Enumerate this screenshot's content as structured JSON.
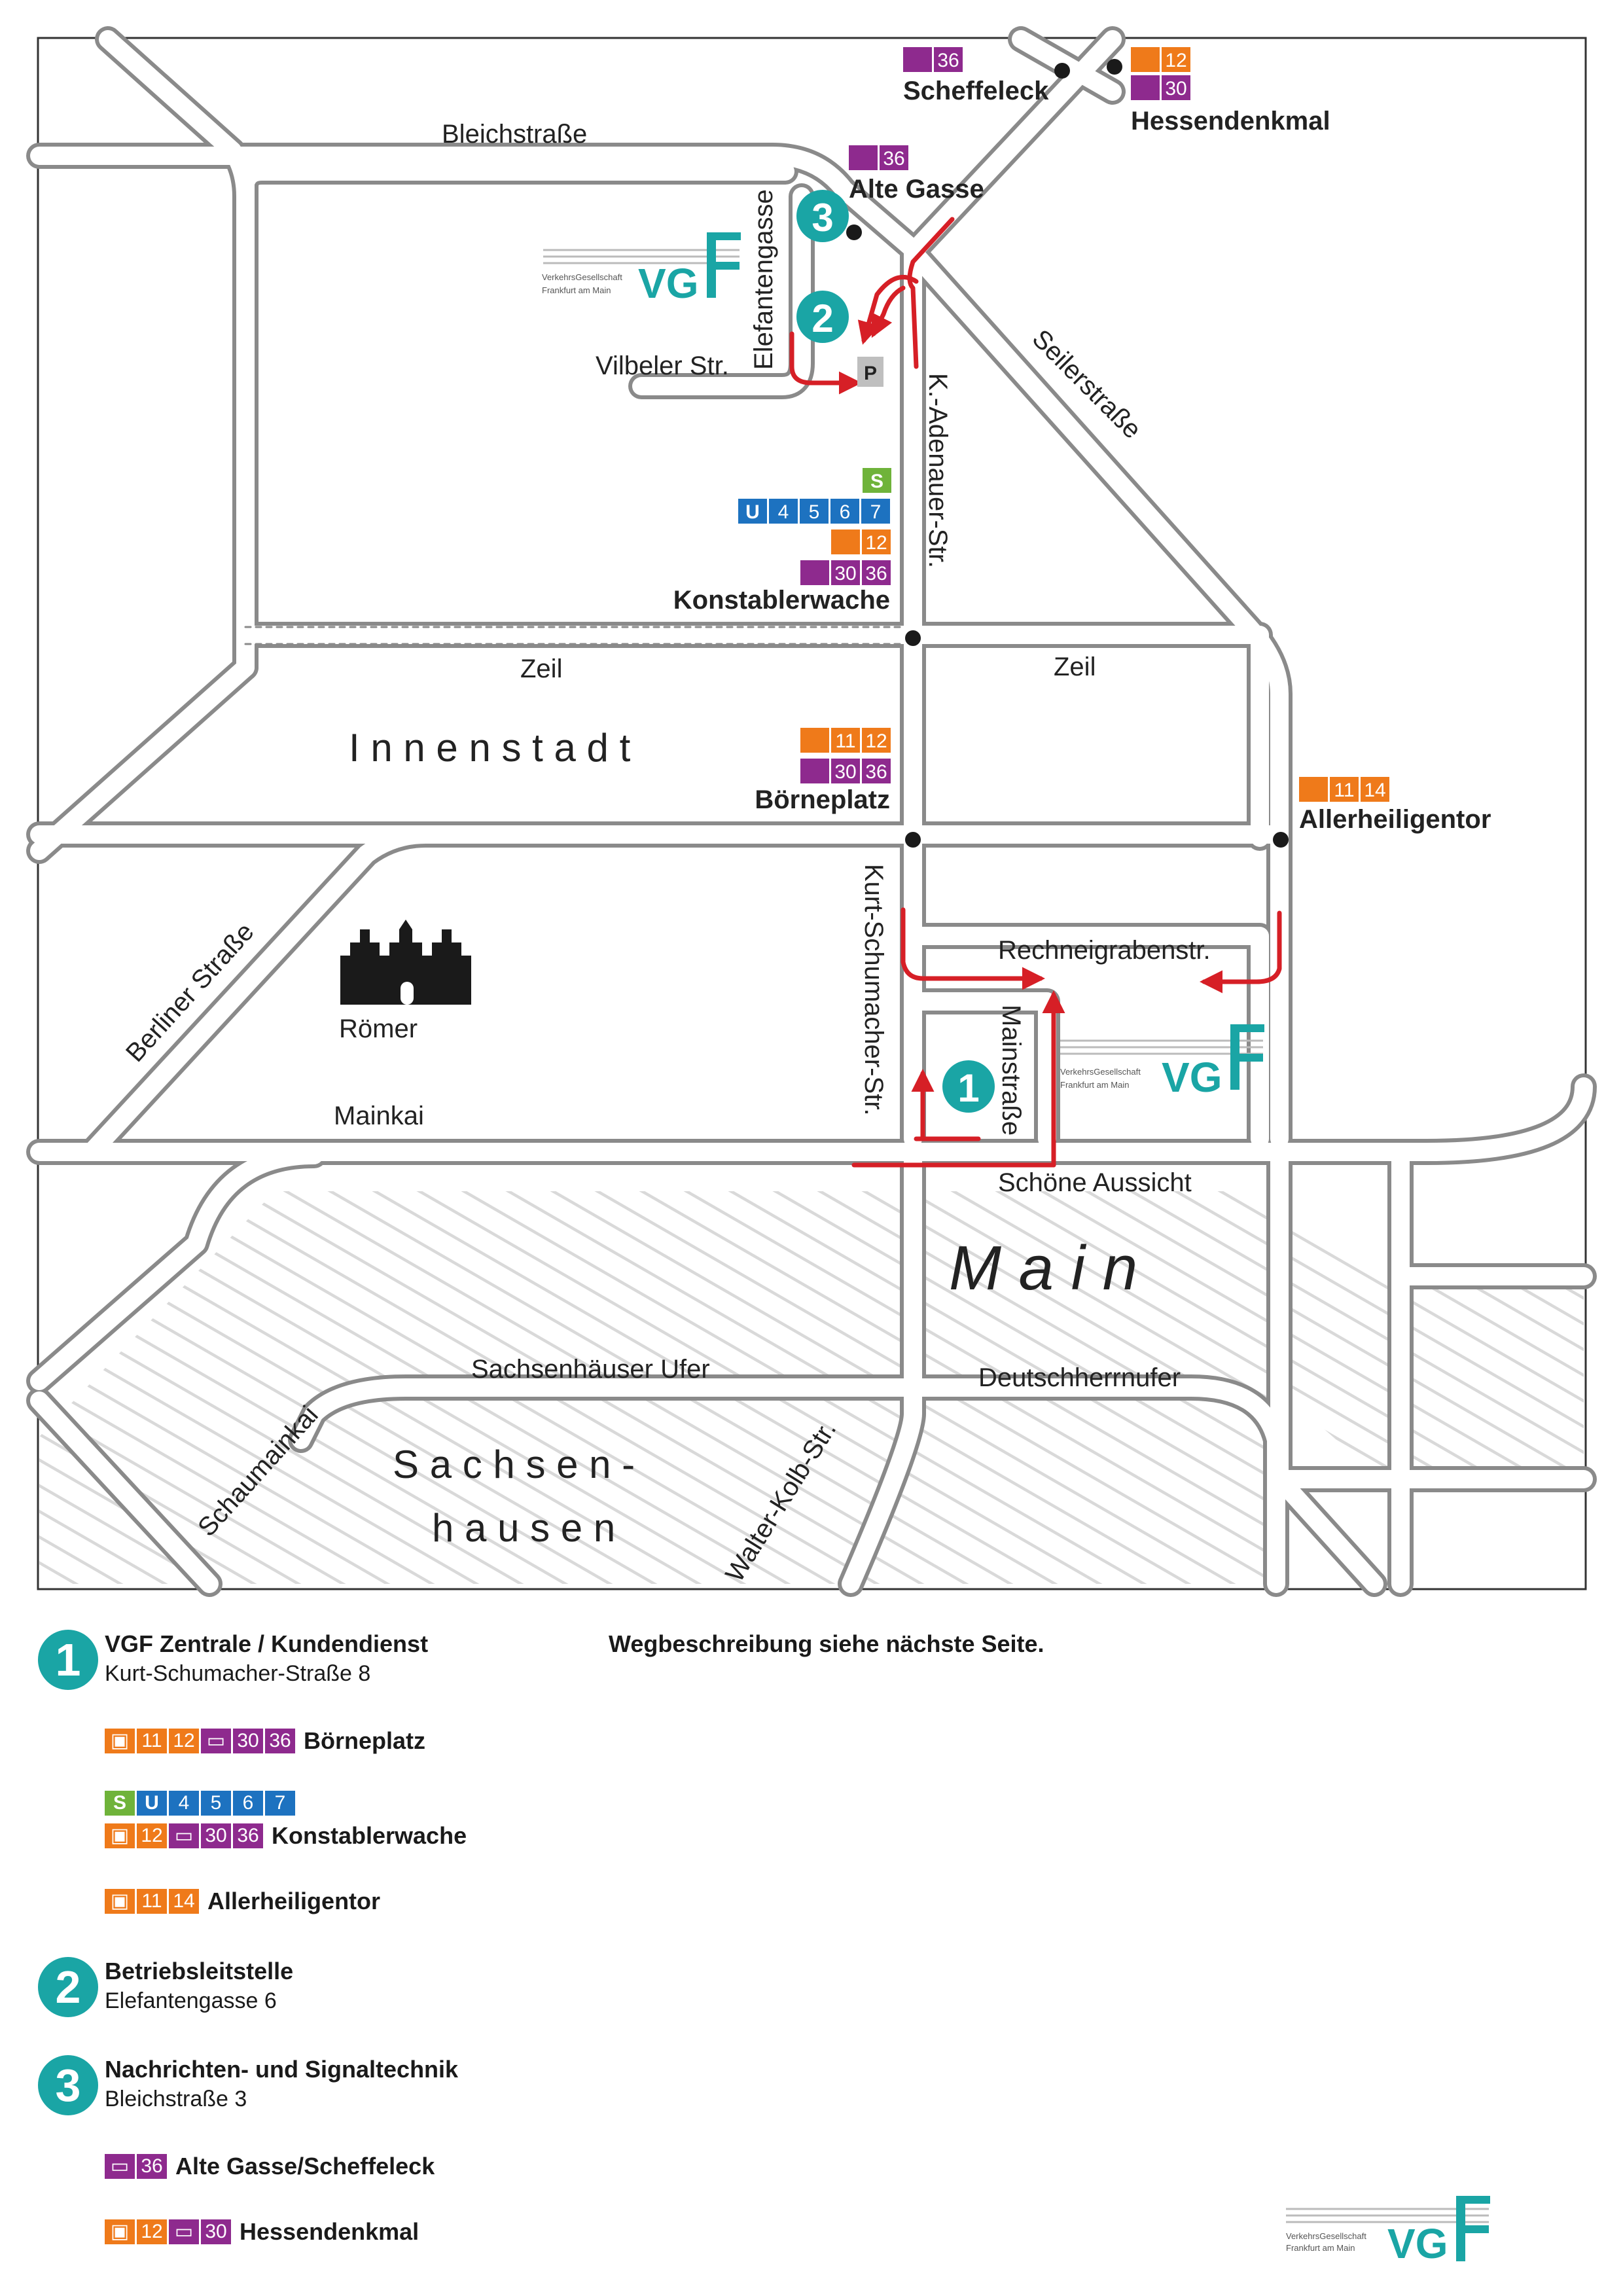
{
  "colors": {
    "road": "#8a8a8a",
    "road_fill": "#ffffff",
    "route": "#d61f26",
    "teal": "#1aa5a5",
    "tram": "#ef7a1a",
    "bus": "#8e2a8e",
    "ubahn": "#1d72c0",
    "sbahn": "#6fb33a",
    "river_hatch": "#d9d9d9"
  },
  "map": {
    "streets": {
      "bleichstrasse": "Bleichstraße",
      "elefantengasse": "Elefantengasse",
      "vilbeler": "Vilbeler Str.",
      "adenauer": "K.-Adenauer-Str.",
      "seilerstrasse": "Seilerstraße",
      "zeil_left": "Zeil",
      "zeil_right": "Zeil",
      "kurt_schumacher": "Kurt-Schumacher-Str.",
      "rechneigraben": "Rechneigrabenstr.",
      "mainstrasse": "Mainstraße",
      "berliner": "Berliner Straße",
      "mainkai": "Mainkai",
      "schoene_aussicht": "Schöne Aussicht",
      "sachsenhaeuser_ufer": "Sachsenhäuser Ufer",
      "deutschherrnufer": "Deutschherrnufer",
      "schaumainkai": "Schaumainkai",
      "walter_kolb": "Walter-Kolb-Str."
    },
    "districts": {
      "innenstadt": "I n n e n s t a d t",
      "sachsen": "S a c h s e n -",
      "hausen": "h a u s e n",
      "main": "M a i n"
    },
    "landmark": "Römer",
    "parking": "P",
    "stops": {
      "scheffeleck": {
        "name": "Scheffeleck",
        "lines": [
          {
            "mode": "bus",
            "label": "36"
          }
        ]
      },
      "hessendenkmal": {
        "name": "Hessendenkmal",
        "lines": [
          {
            "mode": "tram",
            "label": "12"
          },
          {
            "mode": "bus",
            "label": "30"
          }
        ]
      },
      "alte_gasse": {
        "name": "Alte Gasse",
        "lines": [
          {
            "mode": "bus",
            "label": "36"
          }
        ]
      },
      "konstablerwache": {
        "name": "Konstablerwache",
        "s": "S",
        "u_lines": [
          "U",
          "4",
          "5",
          "6",
          "7"
        ],
        "tram": [
          "12"
        ],
        "bus": [
          "30",
          "36"
        ]
      },
      "boerneplatz": {
        "name": "Börneplatz",
        "tram": [
          "11",
          "12"
        ],
        "bus": [
          "30",
          "36"
        ]
      },
      "allerheiligentor": {
        "name": "Allerheiligentor",
        "tram": [
          "11",
          "14"
        ]
      }
    },
    "markers": [
      "1",
      "2",
      "3"
    ],
    "logo": {
      "line1": "VerkehrsGesellschaft",
      "line2": "Frankfurt am Main",
      "mark": "VG"
    }
  },
  "legend": {
    "note": "Wegbeschreibung siehe nächste Seite.",
    "items": [
      {
        "num": "1",
        "title": "VGF Zentrale / Kundendienst",
        "address": "Kurt-Schumacher-Straße 8"
      },
      {
        "num": "2",
        "title": "Betriebsleitstelle",
        "address": "Elefantengasse 6"
      },
      {
        "num": "3",
        "title": "Nachrichten- und Signaltechnik",
        "address": "Bleichstraße 3"
      }
    ],
    "connections_1": [
      {
        "tram": [
          "11",
          "12"
        ],
        "bus": [
          "30",
          "36"
        ],
        "stop": "Börneplatz"
      },
      {
        "s": "S",
        "u": [
          "U",
          "4",
          "5",
          "6",
          "7"
        ],
        "tram": [
          "12"
        ],
        "bus": [
          "30",
          "36"
        ],
        "stop": "Konstablerwache"
      },
      {
        "tram": [
          "11",
          "14"
        ],
        "stop": "Allerheiligentor"
      }
    ],
    "connections_3": [
      {
        "bus": [
          "36"
        ],
        "stop": "Alte Gasse/Scheffeleck"
      },
      {
        "tram": [
          "12"
        ],
        "bus": [
          "30"
        ],
        "stop": "Hessendenkmal"
      }
    ]
  }
}
